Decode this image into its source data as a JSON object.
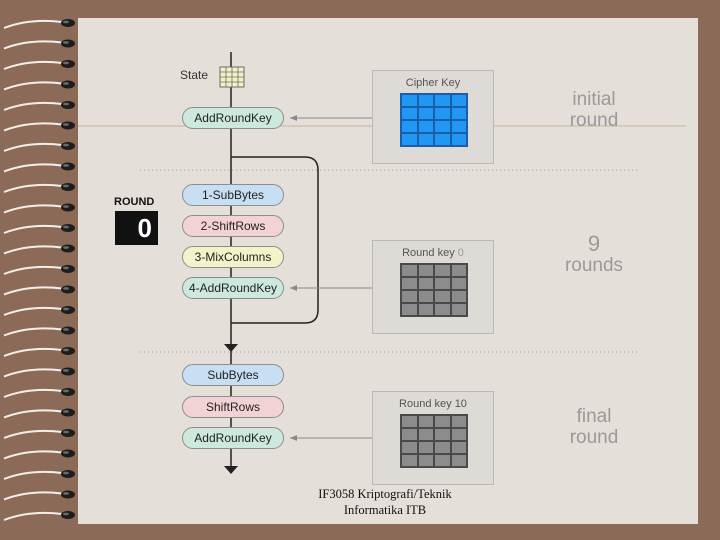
{
  "diagram": {
    "state_label": "State",
    "round_label": "ROUND",
    "round_number": "0",
    "initial_step": "AddRoundKey",
    "round_steps": [
      "1-SubBytes",
      "2-ShiftRows",
      "3-MixColumns",
      "4-AddRoundKey"
    ],
    "final_steps": [
      "SubBytes",
      "ShiftRows",
      "AddRoundKey"
    ],
    "cipher_key_label": "Cipher Key",
    "round_key_label": "Round key",
    "round_key_index": "0",
    "final_key_label": "Round key 10",
    "phases": {
      "initial": [
        "initial",
        "round"
      ],
      "rounds": [
        "9",
        "rounds"
      ],
      "final": [
        "final",
        "round"
      ]
    },
    "xor_symbol": "⊕"
  },
  "footer": {
    "line1": "IF3058 Kriptografi/Teknik",
    "line2": "Informatika ITB"
  },
  "colors": {
    "paper": "#e4dfd9",
    "background": "#8b6b58",
    "cipher_key": "#2196f3",
    "round_key": "#8c8c8c",
    "step_green": "#cde8dc",
    "step_blue": "#c7def3",
    "step_pink": "#f3d2d4",
    "step_yellow": "#f4f2c8",
    "round_badge": "#111111"
  }
}
